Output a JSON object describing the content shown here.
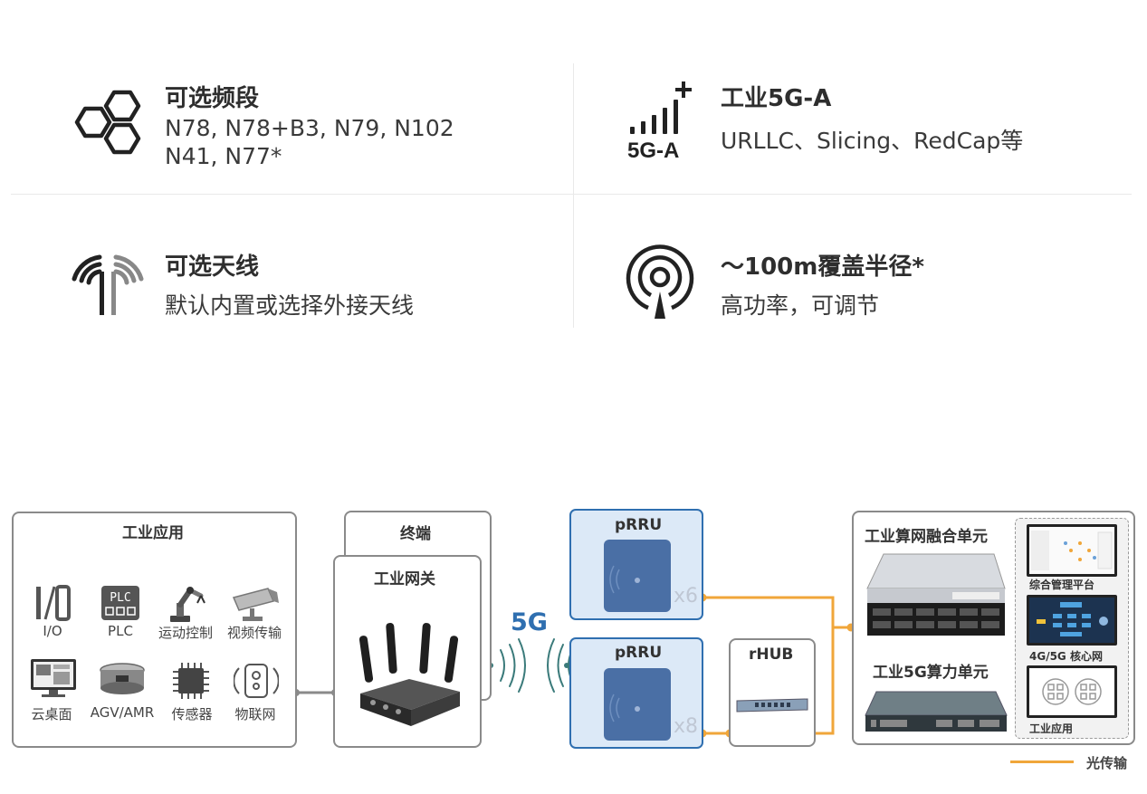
{
  "features": [
    {
      "title": "可选频段",
      "lines": [
        "N78, N78+B3, N79, N102",
        "N41, N77*"
      ],
      "icon": "hexagon-cluster-icon"
    },
    {
      "title": "工业5G-A",
      "lines": [
        "URLLC、Slicing、RedCap等"
      ],
      "icon": "signal-5g-a-icon",
      "icon_text": "5G-A"
    },
    {
      "title": "可选天线",
      "lines": [
        "默认内置或选择外接天线"
      ],
      "icon": "antenna-icon"
    },
    {
      "title": "～100m覆盖半径*",
      "lines": [
        "高功率，可调节"
      ],
      "icon": "coverage-radius-icon"
    }
  ],
  "diagram": {
    "industrial_apps": {
      "title": "工业应用",
      "items": [
        {
          "label": "I/O",
          "icon": "io-icon"
        },
        {
          "label": "PLC",
          "icon": "plc-icon",
          "icon_text": "PLC"
        },
        {
          "label": "运动控制",
          "icon": "robot-arm-icon"
        },
        {
          "label": "视频传输",
          "icon": "camera-icon"
        },
        {
          "label": "云桌面",
          "icon": "monitor-icon"
        },
        {
          "label": "AGV/AMR",
          "icon": "agv-icon"
        },
        {
          "label": "传感器",
          "icon": "chip-icon"
        },
        {
          "label": "物联网",
          "icon": "iot-icon"
        }
      ]
    },
    "terminal": {
      "title": "终端"
    },
    "gateway": {
      "title": "工业网关"
    },
    "wireless": {
      "label": "5G"
    },
    "prru_top": {
      "title": "pRRU",
      "multiplier": "x6"
    },
    "prru_bottom": {
      "title": "pRRU",
      "multiplier": "x8"
    },
    "rhub": {
      "title": "rHUB"
    },
    "fusion": {
      "title": "工业算网融合单元",
      "compute_title": "工业5G算力单元",
      "panels": [
        {
          "label": "综合管理平台"
        },
        {
          "label": "4G/5G 核心网"
        },
        {
          "label": "工业应用"
        }
      ]
    },
    "legend": {
      "label": "光传输",
      "color": "#f0a63a"
    }
  },
  "colors": {
    "accent_blue": "#2f6fb0",
    "fiber": "#f0a63a",
    "border_gray": "#8a8a8a"
  }
}
